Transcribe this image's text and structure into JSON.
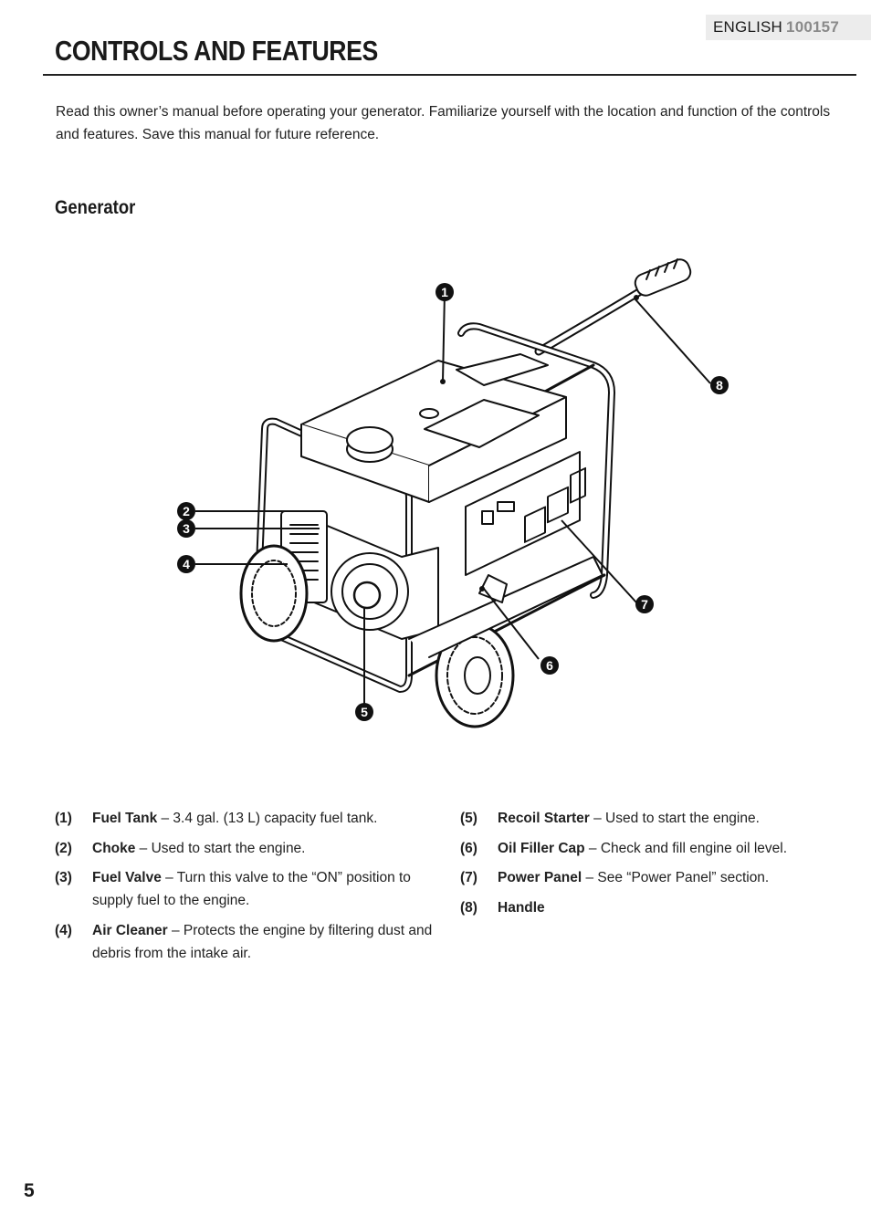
{
  "header": {
    "language": "ENGLISH",
    "doc_code": "100157"
  },
  "page_title": "CONTROLS AND FEATURES",
  "intro": "Read this owner’s manual before operating your generator. Familiarize yourself with the location and function of the controls and features. Save this manual for future reference.",
  "section_title": "Generator",
  "callouts": [
    "1",
    "2",
    "3",
    "4",
    "5",
    "6",
    "7",
    "8"
  ],
  "legend_left": [
    {
      "num": "(1)",
      "term": "Fuel Tank",
      "desc": " – 3.4 gal. (13 L) capacity fuel tank."
    },
    {
      "num": "(2)",
      "term": "Choke",
      "desc": " – Used to start the engine."
    },
    {
      "num": "(3)",
      "term": "Fuel Valve",
      "desc": " – Turn this valve to the “ON” position to supply fuel to the engine."
    },
    {
      "num": "(4)",
      "term": "Air Cleaner",
      "desc": " – Protects the engine by filtering dust and debris from the intake air."
    }
  ],
  "legend_right": [
    {
      "num": "(5)",
      "term": "Recoil Starter",
      "desc": " – Used to start the engine."
    },
    {
      "num": "(6)",
      "term": "Oil Filler Cap",
      "desc": " – Check and fill engine oil level."
    },
    {
      "num": "(7)",
      "term": "Power Panel",
      "desc": " – See “Power Panel” section."
    },
    {
      "num": "(8)",
      "term": "Handle",
      "desc": ""
    }
  ],
  "page_number": "5"
}
